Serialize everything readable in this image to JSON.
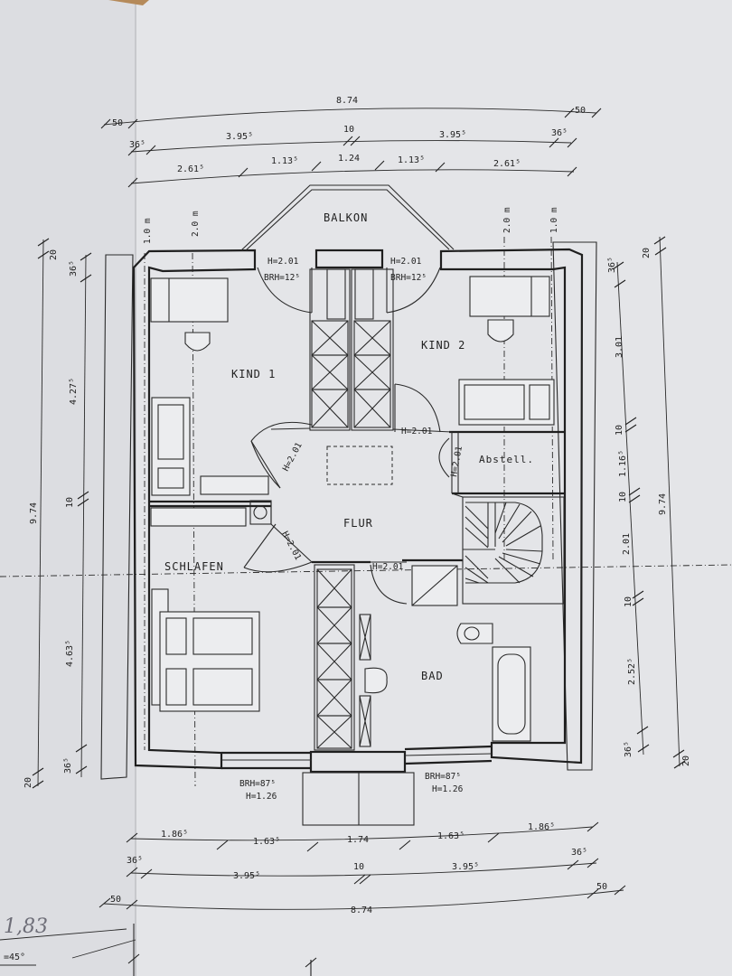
{
  "top_dimensions": {
    "row1": [
      "50",
      "8.74",
      "50"
    ],
    "row2": [
      "36⁵",
      "3.95⁵",
      "10",
      "3.95⁵",
      "36⁵"
    ],
    "row3": [
      "2.61⁵",
      "1.13⁵",
      "1.24",
      "1.13⁵",
      "2.61⁵"
    ]
  },
  "bottom_dimensions": {
    "row1": [
      "1.86⁵",
      "1.63⁵",
      "1.74",
      "1.63⁵",
      "1.86⁵"
    ],
    "row2": [
      "36⁵",
      "3.95⁵",
      "10",
      "3.95⁵",
      "36⁵"
    ],
    "row3": [
      "50",
      "8.74",
      "50"
    ]
  },
  "left_dimensions": {
    "outer": [
      "20",
      "9.74",
      "20"
    ],
    "inner": [
      "36⁵",
      "4.27⁵",
      "10",
      "4.63⁵",
      "36⁵"
    ]
  },
  "right_dimensions": {
    "outer": [
      "20",
      "9.74",
      "20"
    ],
    "inner": [
      "36⁵",
      "3.01",
      "10",
      "1.16⁵",
      "10",
      "2.01",
      "10",
      "2.52⁵",
      "36⁵"
    ]
  },
  "slope_marks": {
    "left": [
      "1.0 m",
      "2.0 m"
    ],
    "right": [
      "2.0 m",
      "1.0 m"
    ]
  },
  "rooms": {
    "balkon": "BALKON",
    "kind1": "KIND 1",
    "kind2": "KIND 2",
    "flur": "FLUR",
    "schlafen": "SCHLAFEN",
    "bad": "BAD",
    "abstell": "Abstell."
  },
  "openings": {
    "balcony_left_h": "H=2.01",
    "balcony_left_brh": "BRH=12⁵",
    "balcony_right_h": "H=2.01",
    "balcony_right_brh": "BRH=12⁵",
    "door_kind1": "H=2.01",
    "door_kind2": "H=2.01",
    "door_schlafen": "H=2.01",
    "door_bad": "H=2.01",
    "window_schlafen_brh": "BRH=87⁵",
    "window_schlafen_h": "H=1.26",
    "window_bad_brh": "BRH=87⁵",
    "window_bad_h": "H=1.26"
  },
  "margin_notes": {
    "handwritten": "1,83",
    "angle": "=45°"
  },
  "colors": {
    "paper": "#e6e7ea",
    "ink": "#1f1f1f"
  }
}
